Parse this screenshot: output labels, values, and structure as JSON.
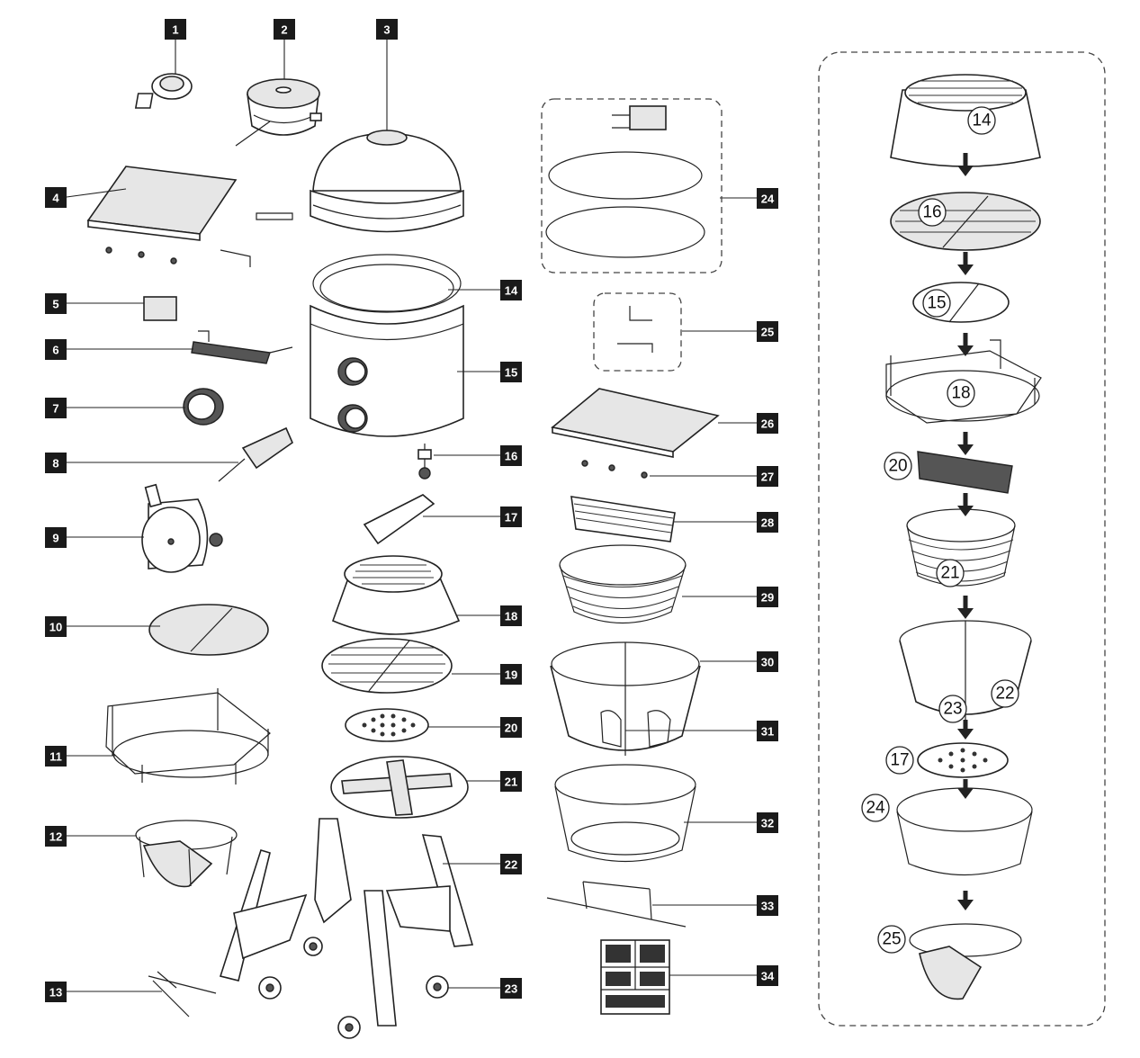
{
  "parts_labels": [
    "1",
    "2",
    "3",
    "4",
    "5",
    "6",
    "7",
    "8",
    "9",
    "10",
    "11",
    "12",
    "13",
    "14",
    "15",
    "16",
    "17",
    "18",
    "19",
    "20",
    "21",
    "22",
    "23",
    "24",
    "25",
    "26",
    "27",
    "28",
    "29",
    "30",
    "31",
    "32",
    "33",
    "34"
  ],
  "assembly_labels": [
    "14",
    "16",
    "15",
    "18",
    "20",
    "21",
    "23",
    "22",
    "17",
    "24",
    "25"
  ],
  "icons": {
    "arrow": "arrow-down-icon"
  },
  "colors": {
    "ink": "#1a1a1a",
    "paper": "#ffffff",
    "fill": "#e6e6e6"
  }
}
